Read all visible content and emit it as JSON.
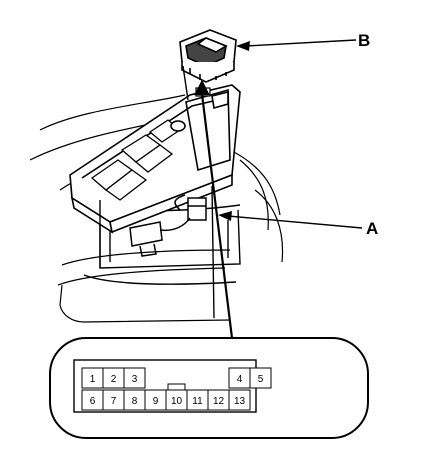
{
  "callouts": {
    "a": "A",
    "b": "B"
  },
  "connector": {
    "top_row": [
      "1",
      "2",
      "3",
      "",
      "",
      "",
      "",
      "4",
      "5"
    ],
    "bottom_row": [
      "6",
      "7",
      "8",
      "9",
      "10",
      "11",
      "12",
      "13"
    ]
  },
  "colors": {
    "ink": "#000000",
    "paper": "#ffffff"
  }
}
